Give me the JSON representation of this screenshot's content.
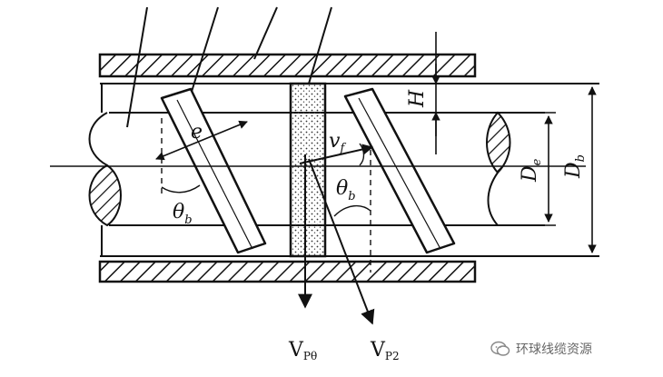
{
  "labels": {
    "e": "e",
    "vf": "v",
    "vf_sub": "f",
    "H": "H",
    "De": "D",
    "De_sub": "e",
    "Db": "D",
    "Db_sub": "b",
    "theta_left": "θ",
    "theta_left_sub": "b",
    "theta_right": "θ",
    "theta_right_sub": "b",
    "vp0": "V",
    "vp0_sub": "Pθ",
    "vp2": "V",
    "vp2_sub": "P2"
  },
  "watermark": {
    "text": "环球线缆资源",
    "icon": "wechat-icon"
  },
  "colors": {
    "ink": "#111111",
    "background": "#ffffff",
    "watermark": "#777777"
  }
}
